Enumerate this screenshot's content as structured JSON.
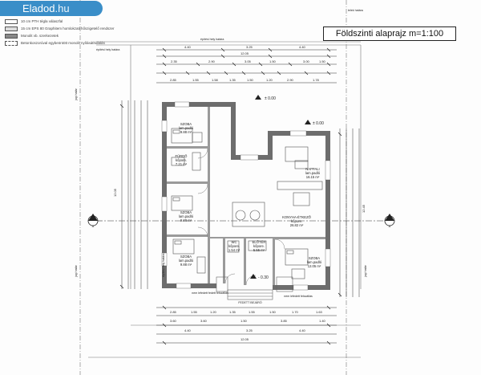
{
  "watermark": {
    "brand": "Eladod",
    "tld": ".hu"
  },
  "title": "Földszinti alaprajz m=1:100",
  "legend": [
    {
      "text": "10 cm PTH tégla válaszfal",
      "color": "#ffffff"
    },
    {
      "text": "15 cm EPS 80 Graphitem homlokzati hőszigetelő rendszer",
      "color": "#dddddd"
    },
    {
      "text": "Monolit vb. szerkezetek",
      "color": "#888888"
    },
    {
      "text": "Betonkoszorúval egybeöntött monolit nyílásáthidalás",
      "color": "#ffffff"
    }
  ],
  "boundary_labels": {
    "top": "építési hely határa",
    "top2": "építési hely határa",
    "left": "építési hely határa",
    "left2": "jogi határ",
    "bottom": "jogi határ",
    "right": "jogi határ",
    "top_right": "telek határa"
  },
  "levels": {
    "main": "± 0.00",
    "right": "± 0.00",
    "bottom": "- 0.30"
  },
  "section_marks": {
    "left": "A",
    "right": "A"
  },
  "rooms": [
    {
      "name": "SZOBA",
      "floor": "lam.padló",
      "area": "9.88 m²"
    },
    {
      "name": "FÜRDŐ",
      "floor": "kőpore.",
      "area": "7.21 m²"
    },
    {
      "name": "SZOBA",
      "floor": "lam.padló",
      "area": "9.88 m²"
    },
    {
      "name": "SZOBA",
      "floor": "lam.padló",
      "area": "9.88 m²"
    },
    {
      "name": "WC",
      "floor": "kőpore.",
      "area": "1.54 m²"
    },
    {
      "name": "ELŐTÉR",
      "floor": "kőpore.",
      "area": "5.55 m²"
    },
    {
      "name": "KONYHA-ÉTKEZŐ",
      "floor": "kőpore.",
      "area": "26.82 m²"
    },
    {
      "name": "NAPPALI",
      "floor": "lam.padló",
      "area": "16.15 m²"
    },
    {
      "name": "SZOBA",
      "floor": "lam.padló",
      "area": "12.05 m²"
    }
  ],
  "notes": {
    "bottom_a": "nem lefedett fedett felszállás",
    "bottom_b": "FEDETT BEJÁRÓ",
    "bottom_c": "nem lefedett felszállás"
  },
  "dimensions": {
    "top_row1": [
      "4.40",
      "3.25",
      "4.40"
    ],
    "top_row2": [
      "2.35",
      "2.90",
      "3.05",
      "1.50",
      "3.00",
      "1.50"
    ],
    "top_row3": [
      "2.85",
      "1.55",
      "1.58",
      "1.35",
      "1.50",
      "1.20",
      "2.90",
      "1.78"
    ],
    "top_total": "12.05",
    "bottom_row1": [
      "2.85",
      "1.55",
      "1.20",
      "1.35",
      "1.55",
      "1.50",
      "1.70",
      "1.63"
    ],
    "bottom_row2": [
      "3.60",
      "3.60",
      "1.50",
      "3.85",
      "1.40"
    ],
    "bottom_row3": [
      "4.40",
      "3.25",
      "4.40"
    ],
    "bottom_total": "12.05",
    "left_total": "12.05",
    "right_total": "12.45"
  }
}
